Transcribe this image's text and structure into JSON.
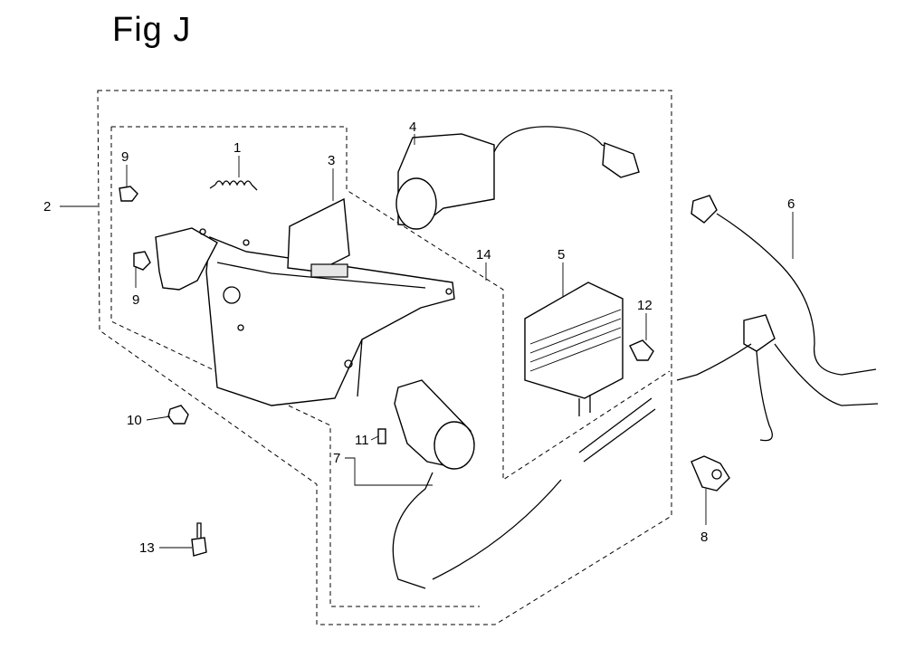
{
  "figure": {
    "title": "Fig J"
  },
  "callouts": {
    "c1": "1",
    "c2": "2",
    "c3": "3",
    "c4": "4",
    "c5": "5",
    "c6": "6",
    "c7": "7",
    "c8": "8",
    "c9a": "9",
    "c9b": "9",
    "c10": "10",
    "c11": "11",
    "c12": "12",
    "c13": "13",
    "c14": "14"
  }
}
